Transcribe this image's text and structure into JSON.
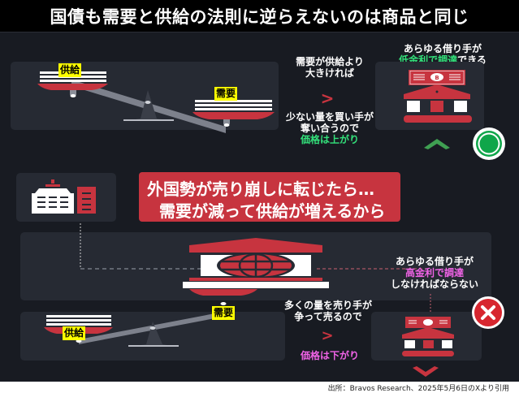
{
  "title": "国債も需要と供給の法則に逆らえないのは商品と同じ",
  "top_section": {
    "scale": {
      "left_label": "供給",
      "right_label": "需要",
      "heavier_side": "右(需要)"
    },
    "condition_text": [
      "需要が供給より",
      "大きければ"
    ],
    "arrow": ">",
    "result_text": [
      "少ない量を買い手が",
      "奪い合うので"
    ],
    "price_text": "価格は上がり",
    "borrower_text_line1": "あらゆる借り手が",
    "borrower_highlight": "低金利で調達",
    "borrower_suffix": "できる",
    "indicator": "circle-ok",
    "direction": "up"
  },
  "banner": {
    "line1": "外国勢が売り崩しに転じたら…",
    "line2": "需要が減って供給が増えるから"
  },
  "bottom_section": {
    "scale": {
      "left_label": "供給",
      "right_label": "需要",
      "heavier_side": "左(供給)"
    },
    "result_text": [
      "多くの量を売り手が",
      "争って売るので"
    ],
    "arrow": ">",
    "price_text": "価格は下がり",
    "borrower_text_line1": "あらゆる借り手が",
    "borrower_highlight": "高金利で調達",
    "borrower_line3": "しなければならない",
    "indicator": "cross-ng",
    "direction": "down"
  },
  "colors": {
    "background": "#181b22",
    "panel": "#262a33",
    "accent_red": "#c7343f",
    "green": "#33e07a",
    "pink": "#f063e6",
    "label_yellow": "#ffff00"
  },
  "source": "出所：Bravos Research、2025年5月6日のXより引用"
}
